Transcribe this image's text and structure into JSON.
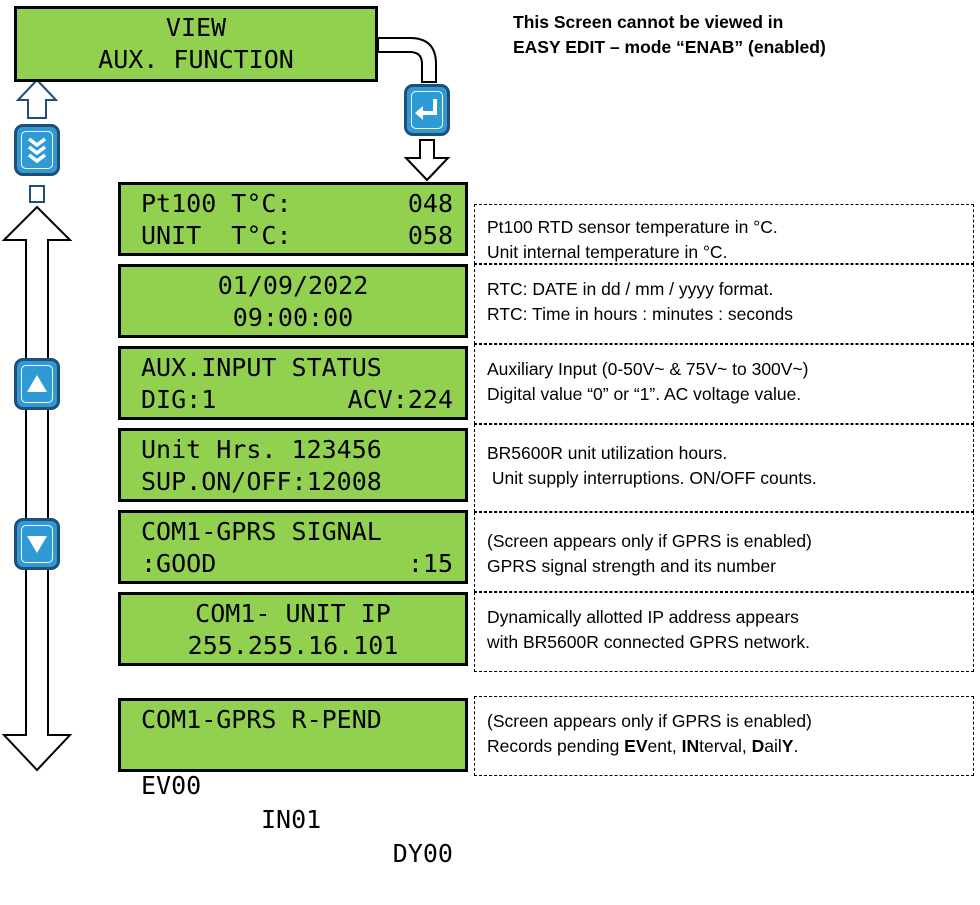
{
  "header": {
    "title_line1": "VIEW",
    "title_line2": "AUX. FUNCTION",
    "note_line1": "This Screen cannot be viewed in",
    "note_line2": "EASY EDIT – mode “ENAB” (enabled)"
  },
  "icons": {
    "enter": "enter-icon",
    "scroll_down_fast": "scroll-down-double-chevron-icon",
    "up": "up-triangle-icon",
    "down": "down-triangle-icon"
  },
  "colors": {
    "lcd_background": "#92d050",
    "button_fill": "#2e9bd6",
    "button_border": "#1f4e79"
  },
  "screens": [
    {
      "line1_left": "Pt100 T°C:",
      "line1_right": "048",
      "line2_left": "UNIT  T°C:",
      "line2_right": "058",
      "desc1": "Pt100 RTD sensor temperature in °C.",
      "desc2": "Unit internal temperature in °C."
    },
    {
      "line1_center": "01/09/2022",
      "line2_center": "09:00:00",
      "desc1": "RTC: DATE in dd / mm / yyyy format.",
      "desc2": "RTC: Time in hours : minutes : seconds"
    },
    {
      "line1_left": "AUX.INPUT STATUS",
      "line2_left": "DIG:1",
      "line2_right": "ACV:224",
      "desc1": "Auxiliary Input (0-50V~ & 75V~ to 300V~)",
      "desc2": "Digital value “0” or “1”. AC voltage value."
    },
    {
      "line1_left": "Unit Hrs. 123456",
      "line2_left": "SUP.ON/OFF:12008",
      "desc1": "BR5600R unit utilization hours.",
      "desc2": " Unit supply interruptions. ON/OFF counts."
    },
    {
      "line1_left": "COM1-GPRS SIGNAL",
      "line2_left": ":GOOD",
      "line2_right": ":15",
      "desc1": "(Screen appears only if GPRS is enabled)",
      "desc2": "GPRS signal strength and its number"
    },
    {
      "line1_center": "COM1- UNIT IP",
      "line2_center": "255.255.16.101",
      "desc1": "Dynamically allotted IP address appears",
      "desc2": "with BR5600R connected GPRS network."
    },
    {
      "line1_left": "COM1-GPRS R-PEND",
      "line2_left": "EV00",
      "line2_mid": "IN01",
      "line2_right": "DY00",
      "desc1": "(Screen appears only if GPRS is enabled)",
      "desc2_prefix": "Records pending ",
      "desc2_b1": "EV",
      "desc2_t1": "ent, ",
      "desc2_b2": "IN",
      "desc2_t2": "terval, ",
      "desc2_b3": "D",
      "desc2_t3": "ail",
      "desc2_b4": "Y",
      "desc2_t4": "."
    }
  ]
}
